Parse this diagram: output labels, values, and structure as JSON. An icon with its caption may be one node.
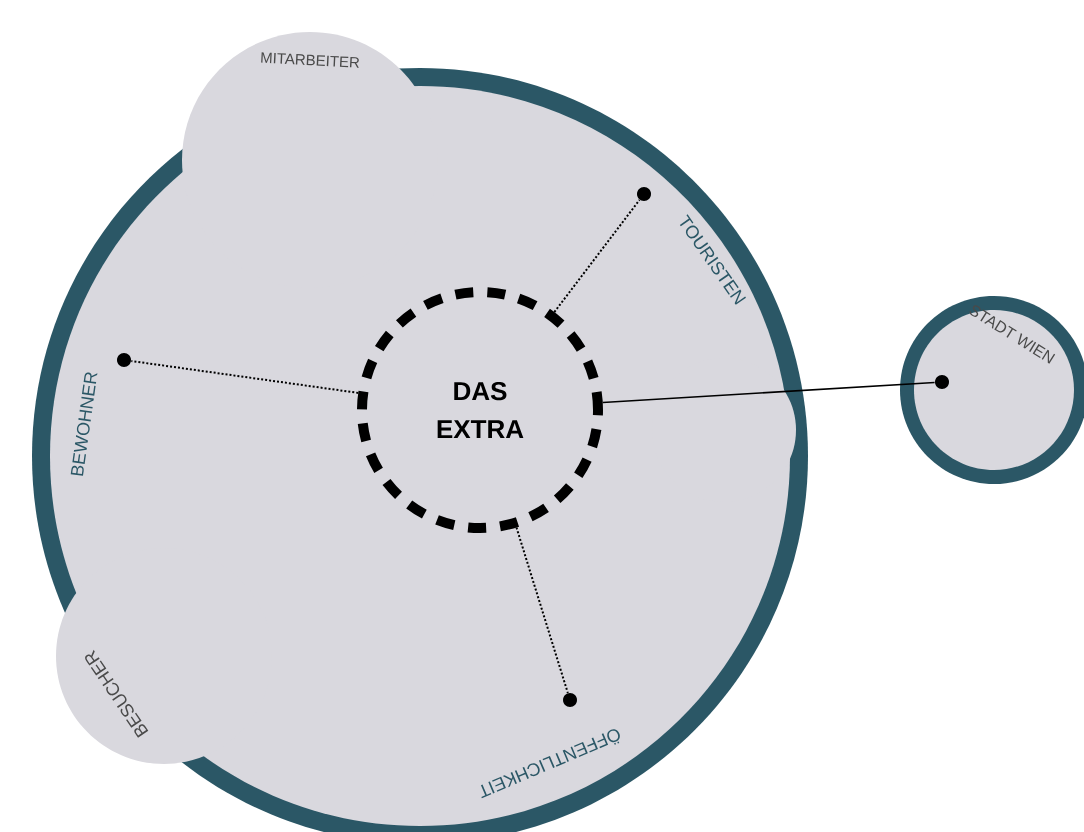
{
  "diagram": {
    "nodes": [
      {
        "text": [],
        "shape": "cloud"
      },
      {
        "text": [
          "DAS EXTRA"
        ],
        "in": 0
      },
      {
        "text": [],
        "shape": "circle",
        "in": 0
      },
      {
        "text": [],
        "shape": "circle",
        "in": 0
      },
      {
        "text": [],
        "shape": "circle",
        "in": 0
      },
      {
        "text": [
          "STADT WIEN"
        ]
      },
      {
        "text": [],
        "shape": "circle",
        "in": 5
      }
    ],
    "edges": [
      {
        "from": 1,
        "to": 2,
        "arrow": "none",
        "style": "dashed"
      },
      {
        "from": 1,
        "to": 3,
        "arrow": "none",
        "style": "dashed"
      },
      {
        "from": 1,
        "to": 4,
        "arrow": "none",
        "style": "dashed"
      },
      {
        "from": 1,
        "to": 6,
        "arrow": "none"
      }
    ],
    "labels": [
      "MITARBEITER",
      "TOURISTEN",
      "BEWOHNER",
      "BESUCHER",
      "ÖFFENTLICHKEIT"
    ]
  }
}
